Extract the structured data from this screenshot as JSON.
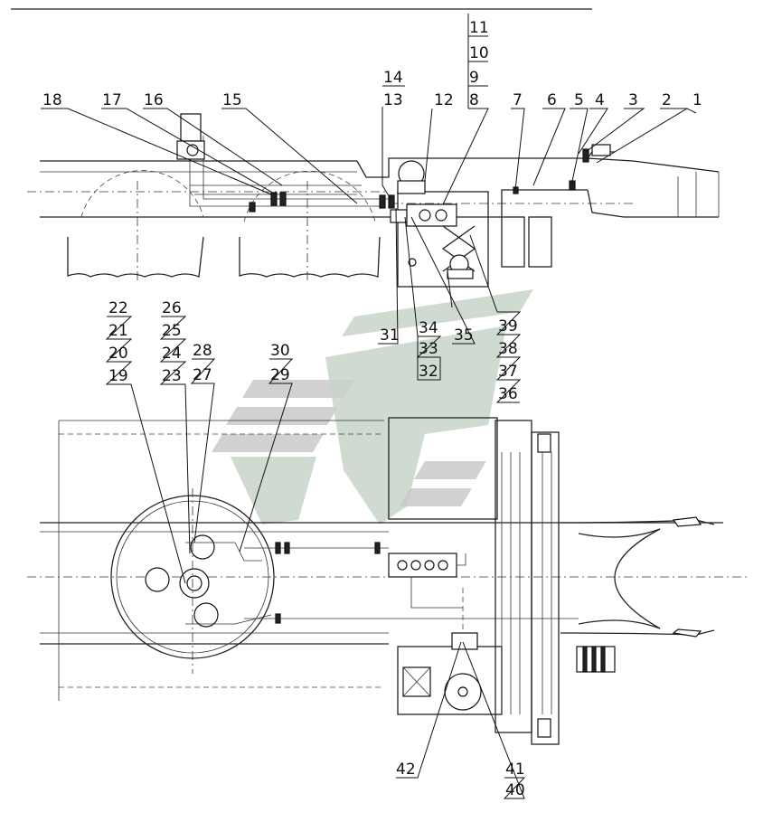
{
  "callouts_top": [
    {
      "text": "18"
    },
    {
      "text": "17"
    },
    {
      "text": "16"
    },
    {
      "text": "15"
    },
    {
      "text": "14"
    },
    {
      "text": "13"
    },
    {
      "text": "12"
    },
    {
      "text": "11"
    },
    {
      "text": "10"
    },
    {
      "text": "9"
    },
    {
      "text": "8"
    },
    {
      "text": "7"
    },
    {
      "text": "6"
    },
    {
      "text": "5"
    },
    {
      "text": "4"
    },
    {
      "text": "3"
    },
    {
      "text": "2"
    },
    {
      "text": "1"
    }
  ],
  "callouts_middle": [
    {
      "text": "31"
    },
    {
      "text": "34"
    },
    {
      "text": "33"
    },
    {
      "text": "32"
    },
    {
      "text": "35"
    },
    {
      "text": "39"
    },
    {
      "text": "38"
    },
    {
      "text": "37"
    },
    {
      "text": "36"
    }
  ],
  "callouts_plan": [
    {
      "text": "22"
    },
    {
      "text": "21"
    },
    {
      "text": "20"
    },
    {
      "text": "19"
    },
    {
      "text": "26"
    },
    {
      "text": "25"
    },
    {
      "text": "24"
    },
    {
      "text": "23"
    },
    {
      "text": "28"
    },
    {
      "text": "27"
    },
    {
      "text": "30"
    },
    {
      "text": "29"
    }
  ],
  "callouts_bottom": [
    {
      "text": "42"
    },
    {
      "text": "41"
    },
    {
      "text": "40"
    }
  ],
  "colors": {
    "line": "#222222",
    "watermark_gray": "#c9c9c9",
    "watermark_green": "#c7d3c9"
  }
}
